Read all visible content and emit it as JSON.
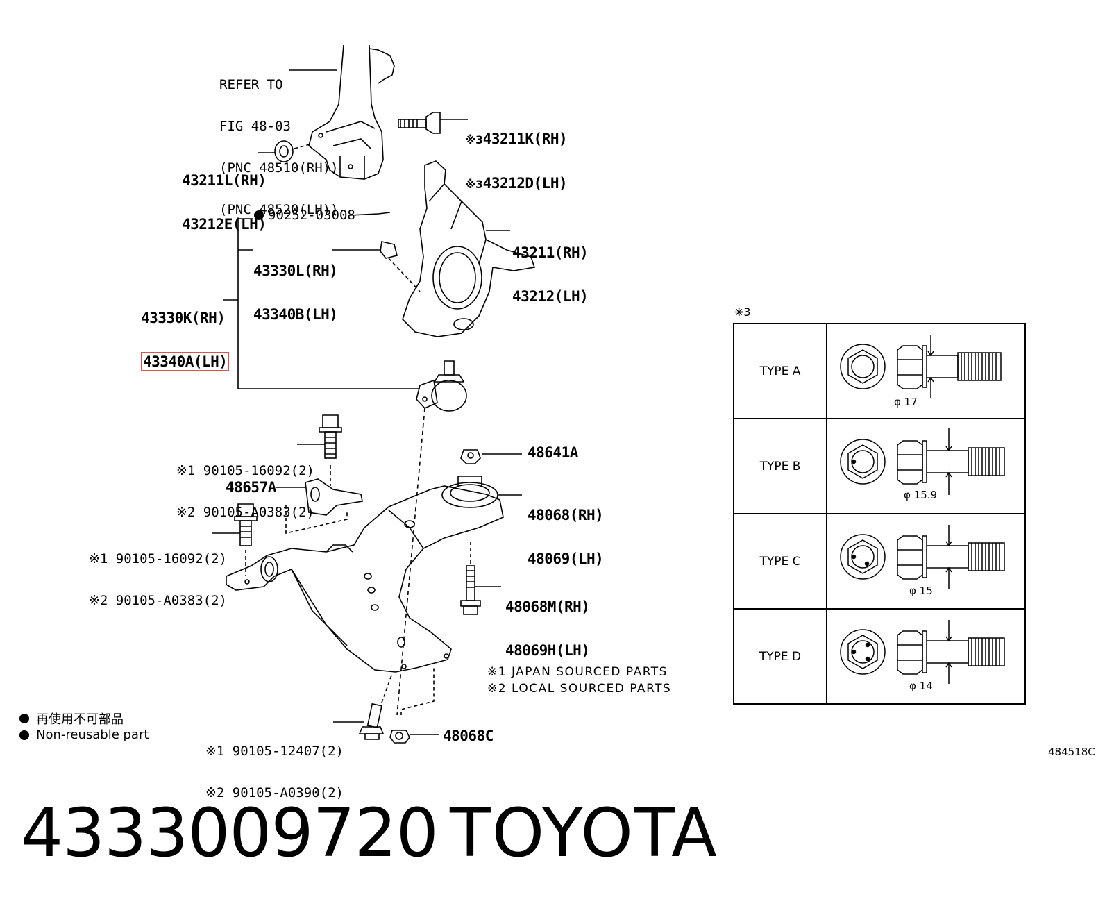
{
  "callouts": {
    "refer": [
      "REFER TO",
      "FIG 48-03",
      "(PNC 48510(RH))",
      "(PNC 48520(LH))"
    ],
    "bolt_mark": "※3",
    "bolt_rh": "43211K(RH)",
    "bolt_lh": "43212D(LH)",
    "bush_rh": "43211L(RH)",
    "bush_lh": "43212E(LH)",
    "nut_nonreuse": "90252-03008",
    "cover_rh": "43330L(RH)",
    "cover_lh": "43340B(LH)",
    "knuckle_rh": "43211(RH)",
    "knuckle_lh": "43212(LH)",
    "ball_rh": "43330K(RH)",
    "ball_lh": "43340A(LH)",
    "bolt1_j": "※1 90105-16092(2)",
    "bolt1_l": "※2 90105-A0383(2)",
    "bracket": "48657A",
    "nut_48641a": "48641A",
    "bush_front_rh": "48068(RH)",
    "bush_front_lh": "48069(LH)",
    "bolt2_j": "※1 90105-16092(2)",
    "bolt2_l": "※2 90105-A0383(2)",
    "bolt_long_rh": "48068M(RH)",
    "bolt_long_lh": "48069H(LH)",
    "bolt3_j": "※1 90105-12407(2)",
    "bolt3_l": "※2 90105-A0390(2)",
    "nut_48068c": "48068C"
  },
  "notes": {
    "japan": "※1 JAPAN SOURCED PARTS",
    "local": "※2 LOCAL SOURCED PARTS"
  },
  "legend": {
    "jp": "再使用不可部品",
    "en": "Non-reusable part"
  },
  "types_table": {
    "mark": "※3",
    "rows": [
      {
        "name": "TYPE A",
        "dia": "φ 17"
      },
      {
        "name": "TYPE B",
        "dia": "φ 15.9"
      },
      {
        "name": "TYPE C",
        "dia": "φ 15"
      },
      {
        "name": "TYPE D",
        "dia": "φ 14"
      }
    ]
  },
  "figure_code": "484518C",
  "part_number": "4333009720",
  "brand": "TOYOTA",
  "colors": {
    "highlight": "#d9534f",
    "ink": "#000000"
  }
}
